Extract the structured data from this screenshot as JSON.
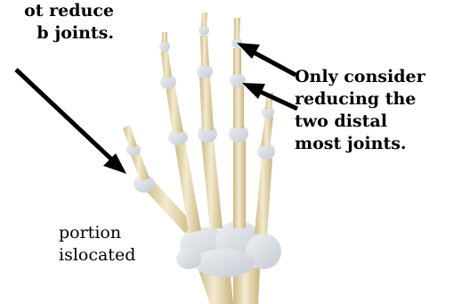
{
  "labels": {
    "left_note": [
      "ot reduce",
      "b joints."
    ],
    "right_note": [
      "Only consider",
      "reducing the",
      "two distal",
      "most joints."
    ],
    "bottom_caption": [
      "portion",
      "islocated"
    ]
  },
  "colors": {
    "bone": "#e8dcb0",
    "bone_shade": "#cdbb86",
    "joint": "#d9dde3",
    "arrow": "#000000"
  }
}
